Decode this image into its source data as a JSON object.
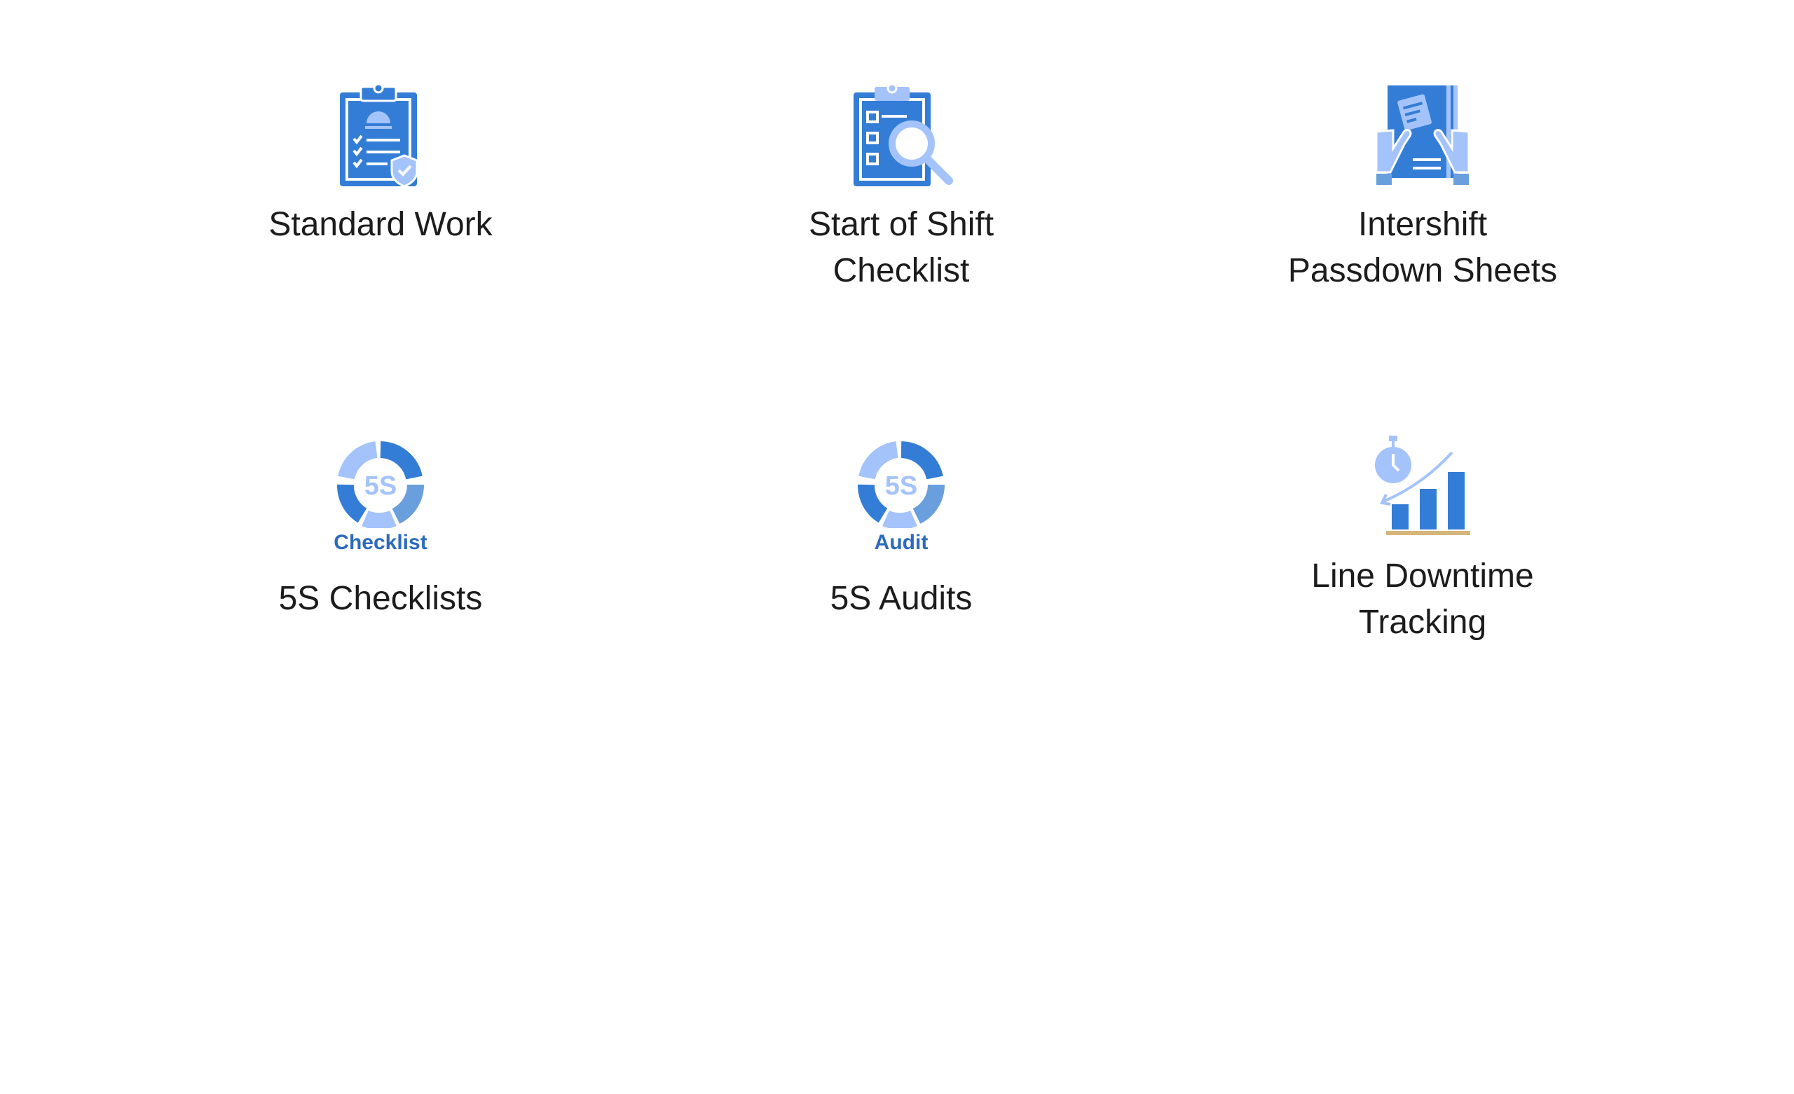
{
  "colors": {
    "primary": "#337dd6",
    "light": "#a4c3fb",
    "mid": "#6a9fde",
    "gold": "#d4b67a",
    "text": "#1c1c1c",
    "sublabel": "#2c6bbd"
  },
  "items": [
    {
      "title_line1": "Standard Work",
      "title_line2": "",
      "icon": "clipboard-shield-icon"
    },
    {
      "title_line1": "Start of Shift",
      "title_line2": "Checklist",
      "icon": "clipboard-search-icon"
    },
    {
      "title_line1": "Intershift",
      "title_line2": "Passdown Sheets",
      "icon": "hands-document-icon"
    },
    {
      "title_line1": "5S Checklists",
      "title_line2": "",
      "icon": "5s-cycle-icon",
      "icon_text": "5S",
      "icon_label": "Checklist"
    },
    {
      "title_line1": "5S Audits",
      "title_line2": "",
      "icon": "5s-cycle-icon",
      "icon_text": "5S",
      "icon_label": "Audit"
    },
    {
      "title_line1": "Line Downtime",
      "title_line2": "Tracking",
      "icon": "stopwatch-chart-icon"
    }
  ]
}
